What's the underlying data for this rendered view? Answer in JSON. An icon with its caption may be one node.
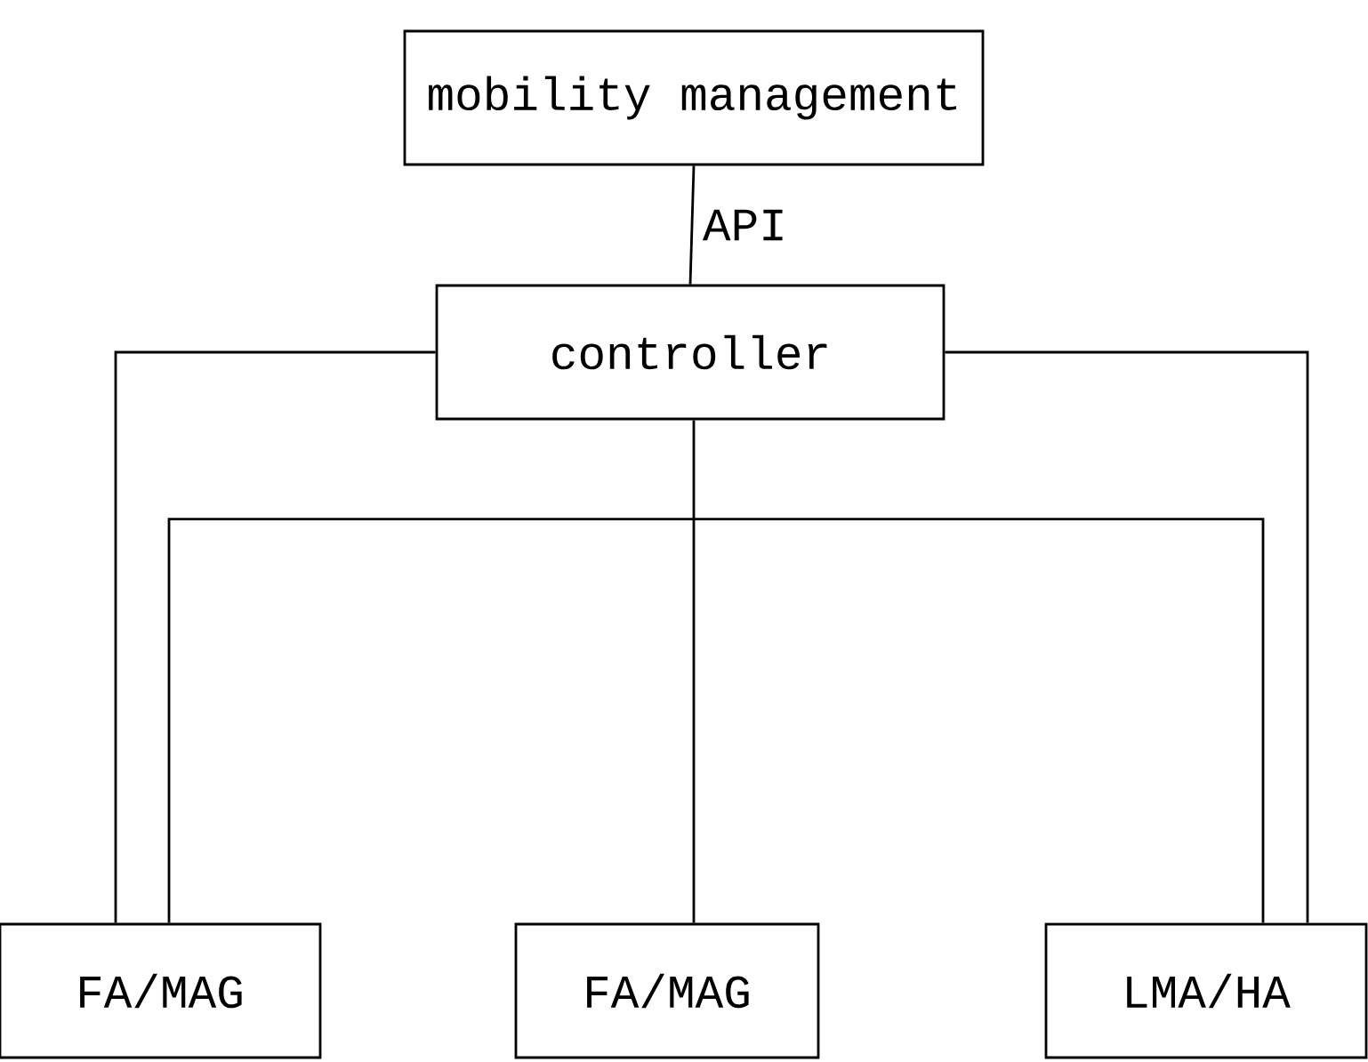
{
  "diagram": {
    "nodes": [
      {
        "text": [
          "mobility management"
        ]
      },
      {
        "text": [
          "controller"
        ]
      },
      {
        "text": [
          "FA/MAG"
        ]
      },
      {
        "text": [
          "FA/MAG"
        ]
      },
      {
        "text": [
          "LMA/HA"
        ]
      }
    ],
    "edges": [
      {
        "from": 0,
        "to": 1,
        "arrow": "none",
        "label": "API"
      },
      {
        "from": 1,
        "to": 2,
        "arrow": "none"
      },
      {
        "from": 1,
        "to": 3,
        "arrow": "none"
      },
      {
        "from": 1,
        "to": 4,
        "arrow": "none"
      },
      {
        "from": 2,
        "to": 4,
        "arrow": "none"
      }
    ]
  }
}
